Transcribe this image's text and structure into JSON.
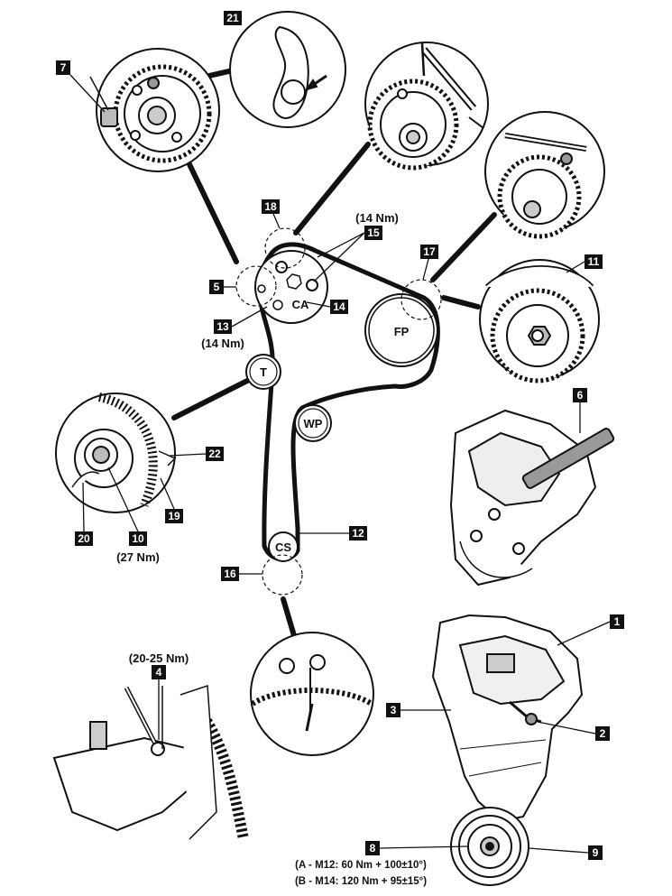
{
  "callouts": {
    "c1": "1",
    "c2": "2",
    "c3": "3",
    "c4": "4",
    "c5": "5",
    "c6": "6",
    "c7": "7",
    "c8": "8",
    "c9": "9",
    "c10": "10",
    "c11": "11",
    "c12": "12",
    "c13": "13",
    "c14": "14",
    "c15": "15",
    "c16": "16",
    "c17": "17",
    "c18": "18",
    "c19": "19",
    "c20": "20",
    "c21": "21",
    "c22": "22"
  },
  "pulleys": {
    "camshaft": "CA",
    "fuel_pump": "FP",
    "tensioner": "T",
    "water_pump": "WP",
    "crankshaft": "CS"
  },
  "torques": {
    "sprocket_bolts": "(14 Nm)",
    "item13": "(14 Nm)",
    "item10": "(27 Nm)",
    "item4": "(20-25 Nm)",
    "crank_bolt_m12": "(A - M12: 60 Nm + 100±10°)",
    "crank_bolt_m14": "(B - M14: 120 Nm + 95±15°)"
  }
}
